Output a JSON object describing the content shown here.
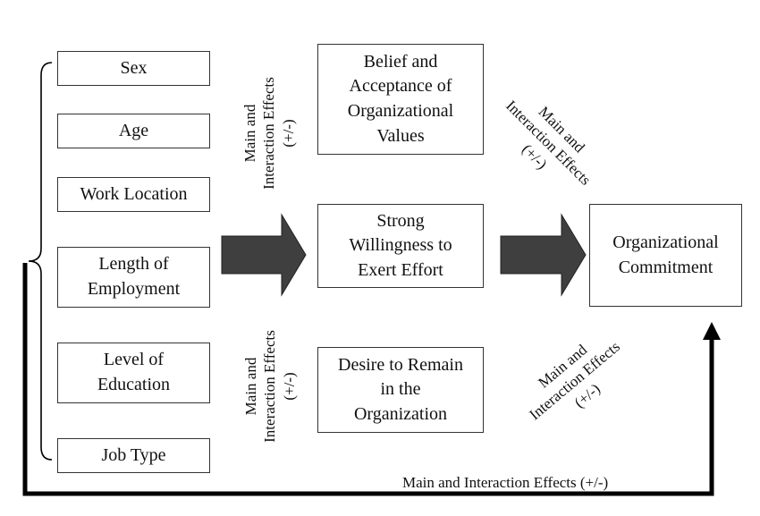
{
  "variables": [
    {
      "id": "sex",
      "label": "Sex"
    },
    {
      "id": "age",
      "label": "Age"
    },
    {
      "id": "work-location",
      "label": "Work Location"
    },
    {
      "id": "length-of-employment",
      "label": "Length of\nEmployment"
    },
    {
      "id": "level-of-education",
      "label": "Level of\nEducation"
    },
    {
      "id": "job-type",
      "label": "Job Type"
    }
  ],
  "components": [
    {
      "id": "belief",
      "label": "Belief and\nAcceptance of\nOrganizational\nValues"
    },
    {
      "id": "willingness",
      "label": "Strong\nWillingness to\nExert Effort"
    },
    {
      "id": "desire",
      "label": "Desire to Remain\nin the\nOrganization"
    }
  ],
  "outcome": {
    "label": "Organizational\nCommitment"
  },
  "effect_labels": {
    "left_top": "Main and\nInteraction Effects\n(+/-)",
    "left_bottom": "Main and\nInteraction Effects\n(+/-)",
    "right_top": "Main and\nInteraction Effects\n(+/-)",
    "right_bottom": "Main and\nInteraction Effects\n(+/-)",
    "bottom_line": "Main and Interaction Effects (+/-)"
  },
  "colors": {
    "arrow_fill": "#3f3f3f",
    "line": "#000000",
    "border": "#333333"
  }
}
